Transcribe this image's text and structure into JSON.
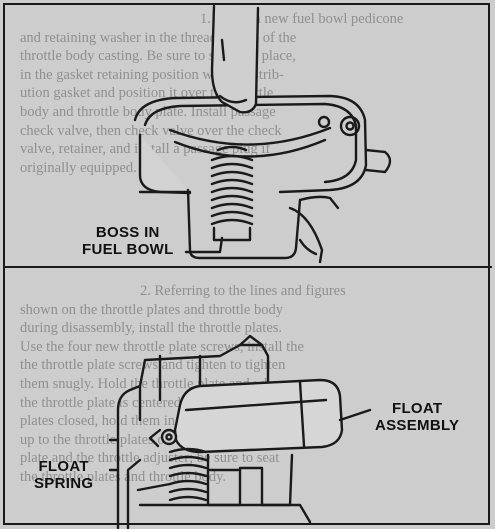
{
  "figure_top": {
    "label_line1": "BOSS IN",
    "label_line2": "FUEL BOWL",
    "background_text": [
      "1. Install a new fuel bowl pedicone",
      "and retaining washer in the threaded hole of the",
      "throttle body casting. Be sure to seat it in place,",
      "in the gasket retaining position with a distrib-",
      "ution gasket and position it over the throttle",
      "body and throttle body plate. Install passage",
      "check valve, then check valve over the check",
      "valve, retainer, and install a passage plug if",
      "originally equipped."
    ]
  },
  "figure_bottom": {
    "label_float_assembly_line1": "FLOAT",
    "label_float_assembly_line2": "ASSEMBLY",
    "label_float_spring_line1": "FLOAT",
    "label_float_spring_line2": "SPRING",
    "background_text": [
      "2. Referring to the lines and figures",
      "shown on the throttle plates and throttle body",
      "during disassembly, install the throttle plates.",
      "Use the four new throttle plate screws, install the",
      "the throttle plate screws and tighten to tighten",
      "them snugly. Hold the throttle plate and when",
      "the throttle plate is centered, the throttle",
      "plates closed, hold them in place and tighten",
      "up to the throttle plates on the throttle shaft",
      "plate and the throttle adjuster; be sure to seat",
      "the throttle plates and throttle body."
    ]
  }
}
